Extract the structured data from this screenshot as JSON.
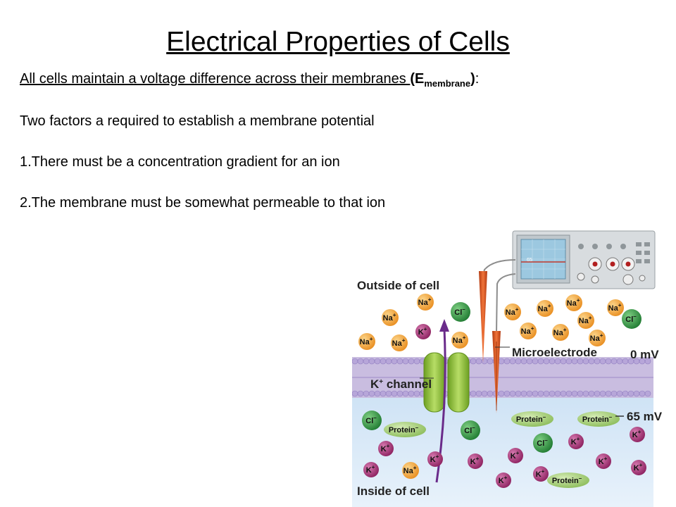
{
  "title": "Electrical Properties of Cells",
  "line1": {
    "text": "All cells maintain a voltage difference across their membranes ",
    "bold_open": "(E",
    "sub": "membrane",
    "bold_close": ")",
    "colon": ":"
  },
  "line2": "Two factors a required to establish a membrane potential",
  "line3": "1.There must be a concentration gradient for an ion",
  "line4": "2.The membrane must be somewhat permeable to that ion",
  "figure": {
    "outside_label": "Outside of cell",
    "inside_label": "Inside of cell",
    "microelectrode_label": "Microelectrode",
    "channel_label_k": "K",
    "channel_label_plus": "+",
    "channel_label_rest": " channel",
    "zero_mv": "0 mV",
    "neg_mv": "65 mV",
    "scope_reading": "65",
    "ions": {
      "na": "Na",
      "k": "K",
      "cl": "Cl",
      "protein": "Protein",
      "plus": "+",
      "minus": "–"
    },
    "colors": {
      "na": "#f2a33a",
      "k": "#b0397a",
      "cl": "#3a9a4a",
      "protein": "#a8cf7a",
      "membrane": "#b9a9d6",
      "electrode": "#e0541c",
      "channel": "#8fbf3c",
      "arrow": "#6a2b8a"
    }
  }
}
